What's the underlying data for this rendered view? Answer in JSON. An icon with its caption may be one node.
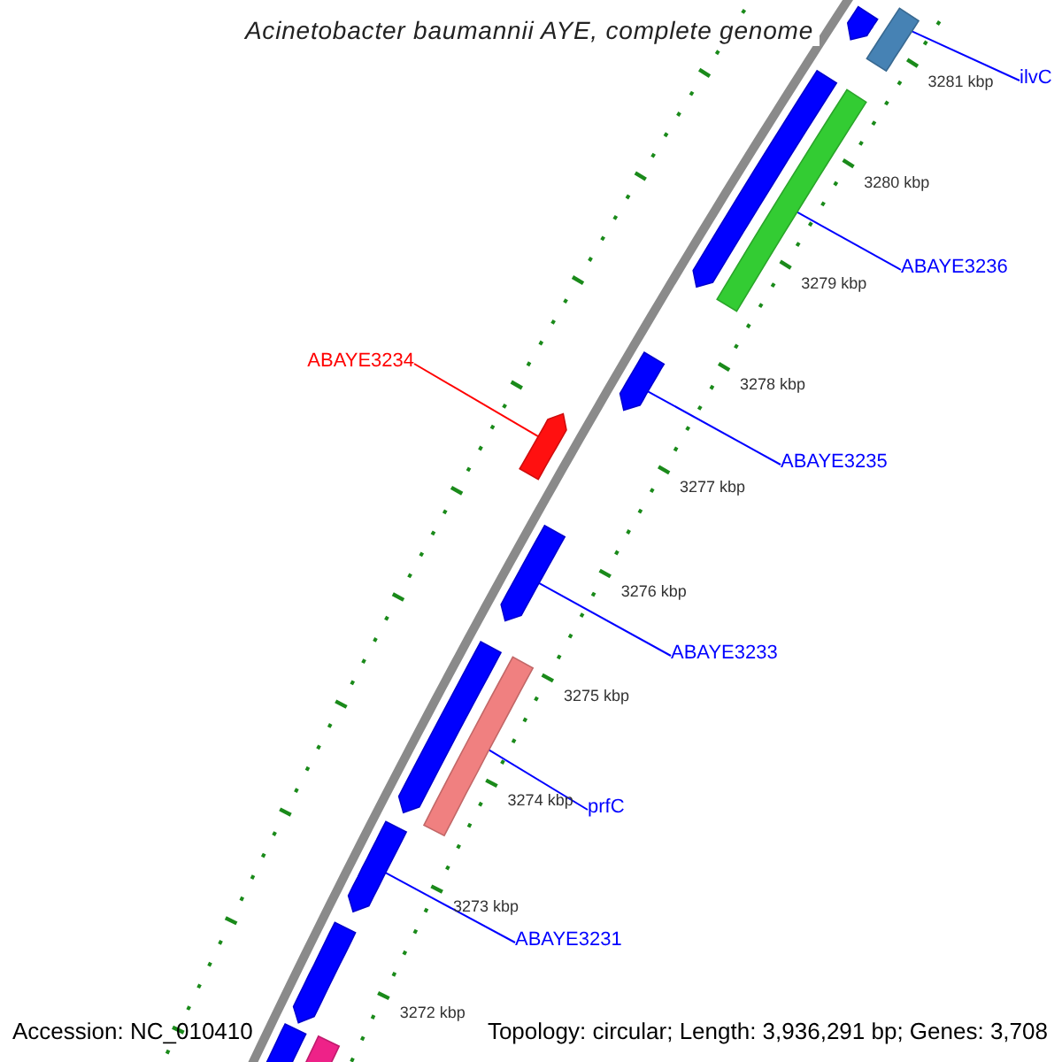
{
  "diagram": {
    "title": "Acinetobacter baumannii AYE, complete genome",
    "nodes": [
      {
        "text": [
          "ilvC"
        ]
      },
      {
        "text": [
          "ABAYE3236"
        ]
      },
      {
        "text": [
          "ABAYE3234"
        ]
      },
      {
        "text": [
          "ABAYE3235"
        ]
      },
      {
        "text": [
          "ABAYE3233"
        ]
      },
      {
        "text": [
          "prfC"
        ]
      },
      {
        "text": [
          "ABAYE3231"
        ]
      },
      {
        "text": [],
        "shape": "bar"
      },
      {
        "text": [],
        "shape": "bar"
      },
      {
        "text": [],
        "shape": "bar"
      },
      {
        "text": [],
        "shape": "bar"
      },
      {
        "text": [],
        "shape": "bar"
      },
      {
        "text": [],
        "shape": "bar"
      },
      {
        "text": [],
        "shape": "bar"
      },
      {
        "text": [],
        "shape": "bar"
      },
      {
        "text": [],
        "shape": "bar"
      },
      {
        "text": [],
        "shape": "bar"
      },
      {
        "text": [],
        "shape": "bar"
      },
      {
        "text": [],
        "shape": "bar"
      },
      {
        "text": [],
        "shape": "bar"
      }
    ],
    "edges": [
      {
        "from": 0,
        "to": 8,
        "arrow": "none"
      },
      {
        "from": 1,
        "to": 10,
        "arrow": "none"
      },
      {
        "from": 2,
        "to": 12,
        "arrow": "none",
        "color": "#ff0000"
      },
      {
        "from": 3,
        "to": 11,
        "arrow": "none"
      },
      {
        "from": 4,
        "to": 13,
        "arrow": "none"
      },
      {
        "from": 5,
        "to": 15,
        "arrow": "none"
      },
      {
        "from": 6,
        "to": 16,
        "arrow": "none"
      }
    ],
    "labels": [
      "3281 kbp",
      "3280 kbp",
      "3279 kbp",
      "3278 kbp",
      "3277 kbp",
      "3276 kbp",
      "3275 kbp",
      "3274 kbp",
      "3273 kbp",
      "3272 kbp",
      "Accession: NC_010410",
      "Topology: circular; Length: 3,936,291 bp; Genes: 3,708"
    ]
  }
}
